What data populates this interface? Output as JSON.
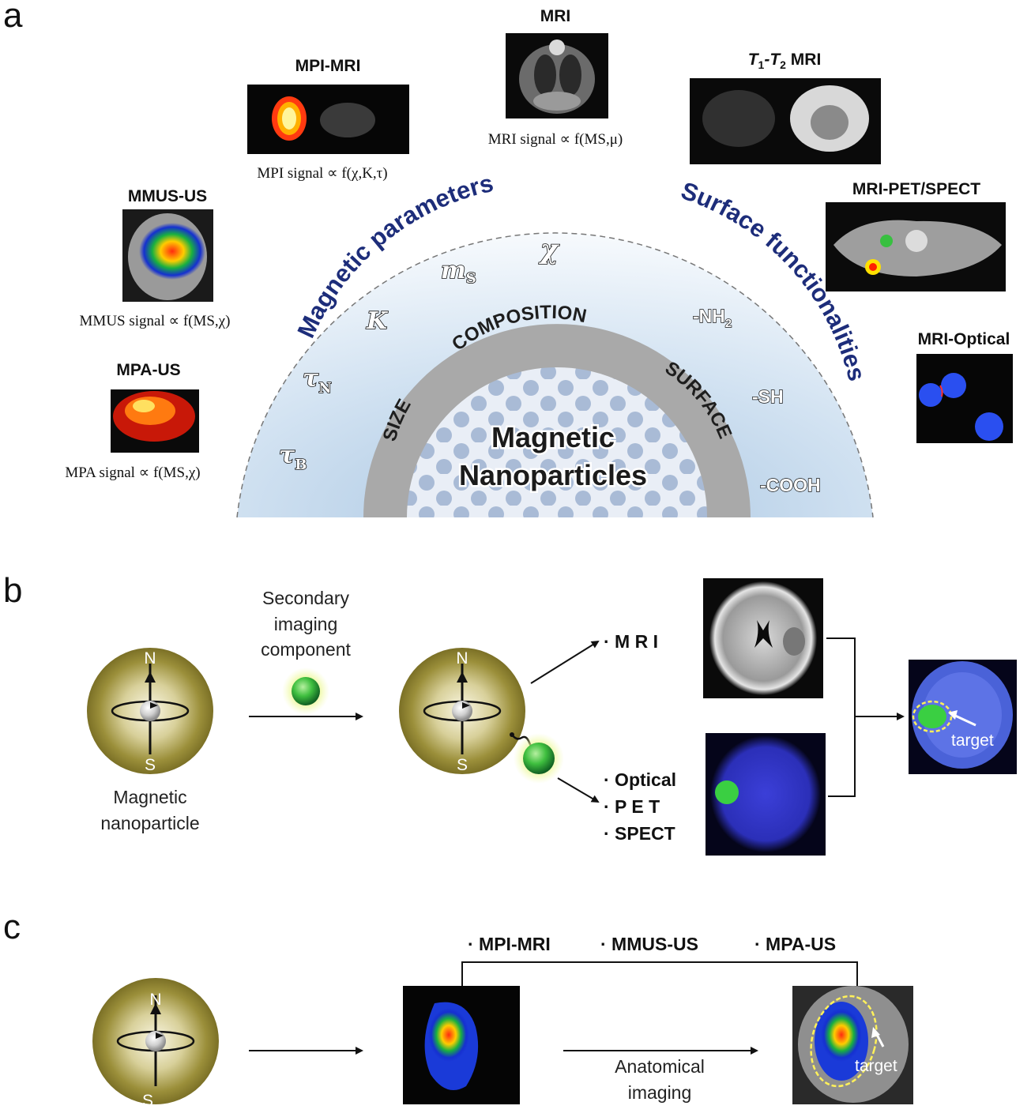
{
  "panels": {
    "a": "a",
    "b": "b",
    "c": "c"
  },
  "panel_a": {
    "modalities": {
      "mpi_mri": "MPI-MRI",
      "mri": "MRI",
      "t1t2_t1": "T",
      "t1t2_sub1": "1",
      "t1t2_dash": "-T",
      "t1t2_sub2": "2",
      "t1t2_mri": " MRI",
      "mmus_us": "MMUS-US",
      "mpa_us": "MPA-US",
      "mri_pet_spect": "MRI-PET/SPECT",
      "mri_optical": "MRI-Optical"
    },
    "formulas": {
      "mpi": "MPI signal ∝ f(χ,K,τ)",
      "mri": "MRI signal ∝ f(MS,μ)",
      "mmus": "MMUS signal ∝ f(MS,χ)",
      "mpa": "MPA signal ∝ f(MS,χ)"
    },
    "group_labels": {
      "magnetic_parameters": "Magnetic parameters",
      "surface_functionalities": "Surface functionalities"
    },
    "parameters": {
      "chi": "χ",
      "ms": "m",
      "ms_sub": "S",
      "K": "K",
      "tauN": "τ",
      "tauN_sub": "N",
      "tauB": "τ",
      "tauB_sub": "B"
    },
    "ring": {
      "composition": "COMPOSITION",
      "size": "SIZE",
      "surface": "SURFACE"
    },
    "core": {
      "line1": "Magnetic",
      "line2": "Nanoparticles"
    },
    "functional_groups": {
      "nh2": "-NH",
      "nh2_sub": "2",
      "sh": "-SH",
      "cooh": "-COOH"
    }
  },
  "panel_b": {
    "secondary": [
      "Secondary",
      "imaging",
      "component"
    ],
    "nanoparticle": [
      "Magnetic",
      "nanoparticle"
    ],
    "poles": {
      "north": "N",
      "south": "S"
    },
    "branches": {
      "top": "· M R I",
      "bottom": [
        "· Optical",
        "· P E T",
        "· SPECT"
      ]
    },
    "target": "target"
  },
  "panel_c": {
    "poles": {
      "north": "N",
      "south": "S"
    },
    "modalities": [
      "· MPI-MRI",
      "· MMUS-US",
      "· MPA-US"
    ],
    "anatomical": [
      "Anatomical",
      "imaging"
    ],
    "target": "target"
  },
  "colors": {
    "background": "#ffffff",
    "group_text": "#1d2d7a",
    "ring_gray": "#a9a9a9",
    "dome_light": "#e8f0f8",
    "dome_blue": "#c7daec",
    "sphere_olive": "#8a7e2e",
    "green_particle": "#3fbf3f",
    "panel_black": "#050505"
  }
}
